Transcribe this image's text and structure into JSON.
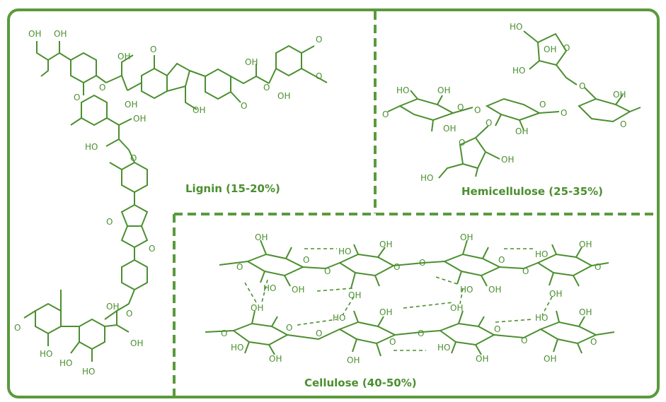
{
  "labels": {
    "lignin": "Lignin (15-20%)",
    "hemicellulose": "Hemicellulose (25-35%)",
    "cellulose": "Cellulose (40-50%)"
  },
  "colors": {
    "structure": "#4b8f2f",
    "frame": "#5a9a3c",
    "background": "#ffffff"
  },
  "atom_labels": {
    "oh": "OH",
    "ho": "HO",
    "o": "O",
    "methoxy": "O"
  }
}
